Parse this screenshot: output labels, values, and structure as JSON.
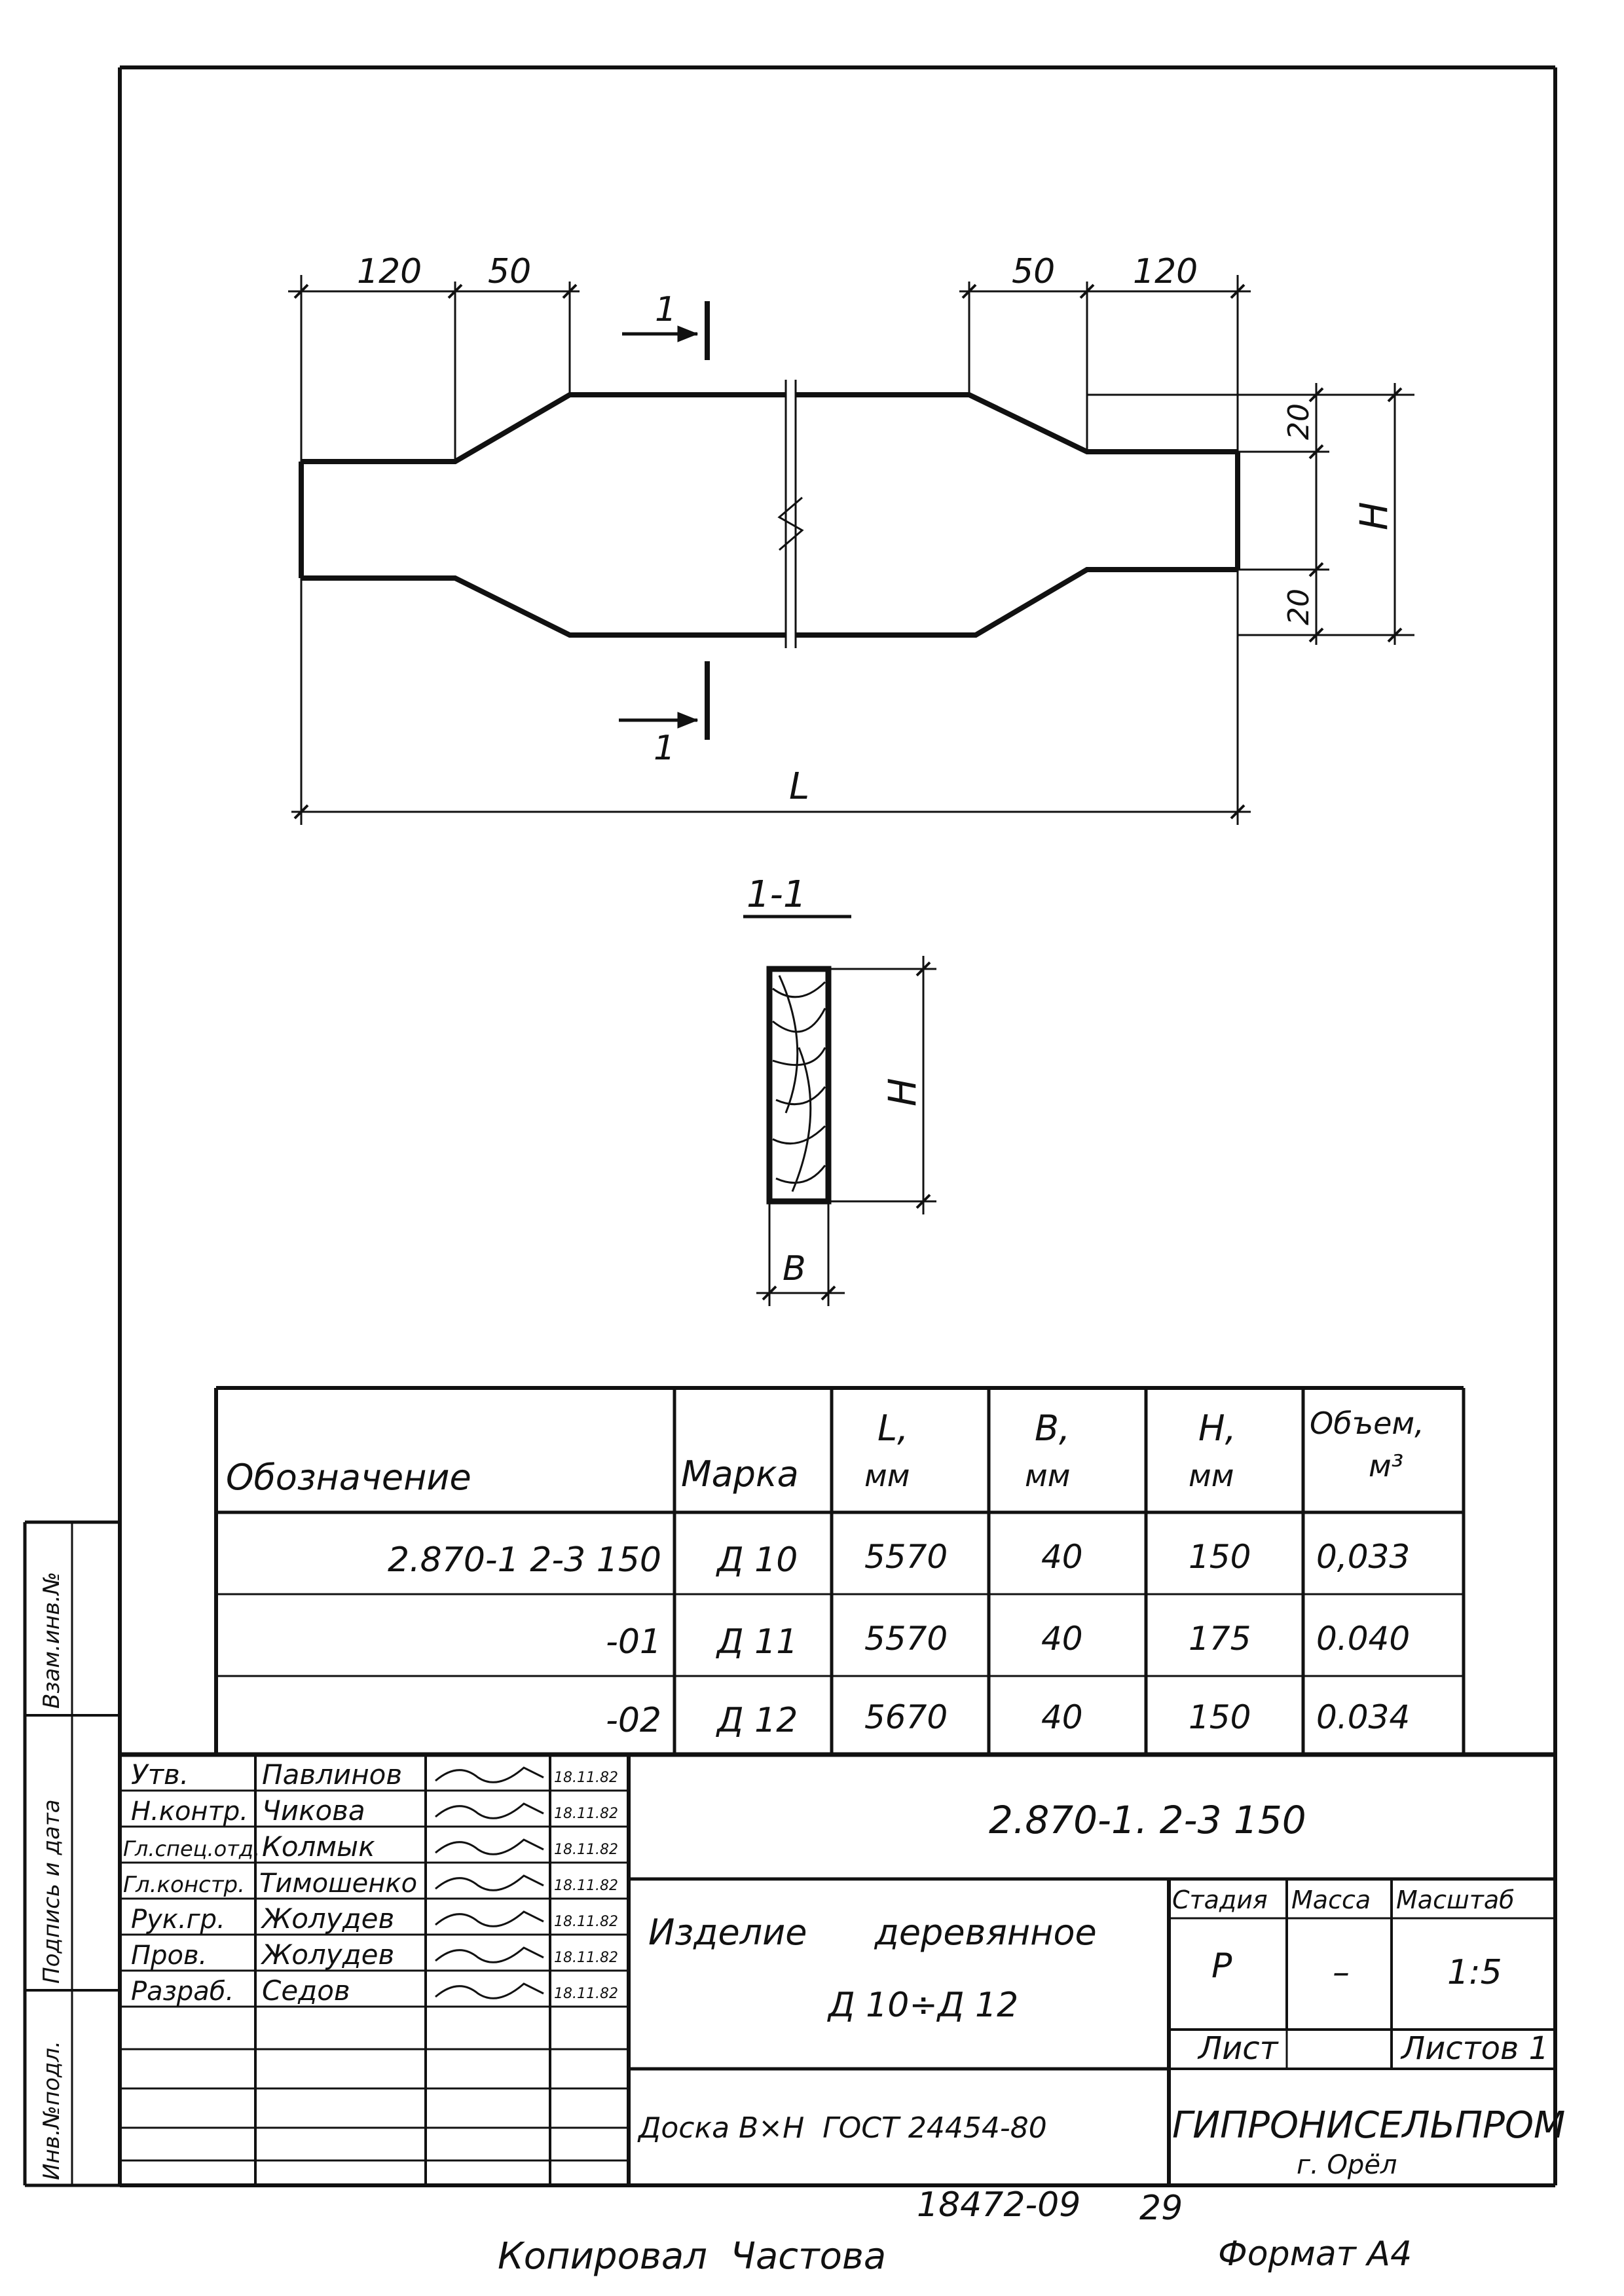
{
  "drawing": {
    "dims": {
      "top_left_120": "120",
      "top_left_50": "50",
      "top_right_50": "50",
      "top_right_120": "120",
      "right_20_top": "20",
      "right_20_bottom": "20",
      "right_H": "H",
      "bottom_L": "L",
      "cut_top": "1",
      "cut_bottom": "1"
    },
    "section": {
      "title": "1-1",
      "height_label": "H",
      "width_label": "B"
    }
  },
  "spec_table": {
    "headers": {
      "designation": "Обозначение",
      "mark": "Марка",
      "L": "L,",
      "L_unit": "мм",
      "B": "B,",
      "B_unit": "мм",
      "H": "H,",
      "H_unit": "мм",
      "volume": "Объем,",
      "volume_unit": "м³"
    },
    "rows": [
      {
        "designation": "2.870-1 2-3 150",
        "mark": "Д 10",
        "L": "5570",
        "B": "40",
        "H": "150",
        "volume": "0,033"
      },
      {
        "designation": "-01",
        "mark": "Д 11",
        "L": "5570",
        "B": "40",
        "H": "175",
        "volume": "0.040"
      },
      {
        "designation": "-02",
        "mark": "Д 12",
        "L": "5670",
        "B": "40",
        "H": "150",
        "volume": "0.034"
      }
    ]
  },
  "left_margin": {
    "vzam_inv": "Взам.инв.№",
    "podpis_data": "Подпись и дата",
    "inv_podl": "Инв.№подл."
  },
  "title_block": {
    "signers": [
      {
        "role": "Утв.",
        "name": "Павлинов",
        "date": "18.11.82"
      },
      {
        "role": "Н.контр.",
        "name": "Чикова",
        "date": "18.11.82"
      },
      {
        "role": "Гл.спец.отд.",
        "name": "Колмык",
        "date": "18.11.82"
      },
      {
        "role": "Гл.констр.",
        "name": "Тимошенко",
        "date": "18.11.82"
      },
      {
        "role": "Рук.гр.",
        "name": "Жолудев",
        "date": "18.11.82"
      },
      {
        "role": "Пров.",
        "name": "Жолудев",
        "date": "18.11.82"
      },
      {
        "role": "Разраб.",
        "name": "Седов",
        "date": "18.11.82"
      }
    ],
    "doc_code": "2.870-1. 2-3 150",
    "item_title_1": "Изделие      деревянное",
    "item_title_2": "Д 10÷Д 12",
    "material": "Доска B×H  ГОСТ 24454-80",
    "stage_header": "Стадия",
    "mass_header": "Масса",
    "scale_header": "Масштаб",
    "stage": "Р",
    "mass": "–",
    "scale": "1:5",
    "sheet_label": "Лист",
    "sheets_label": "Листов 1",
    "org": "ГИПРОНИСЕЛЬПРОМ",
    "city": "г. Орёл"
  },
  "footer": {
    "copied": "Копировал  Частова",
    "number": "18472-09",
    "page": "29",
    "format": "Формат А4"
  }
}
